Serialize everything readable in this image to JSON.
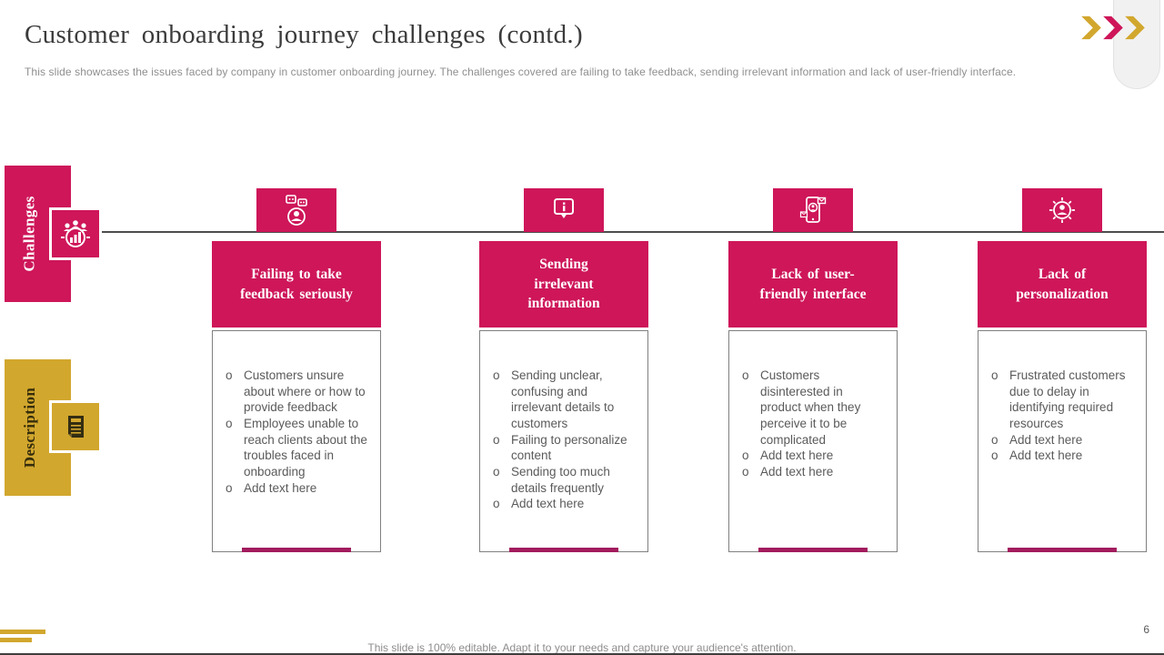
{
  "slide": {
    "title": "Customer onboarding journey challenges (contd.)",
    "subtitle": "This slide showcases the issues faced by company in customer onboarding journey. The challenges covered are failing to take feedback, sending irrelevant information and lack of user-friendly interface.",
    "footer_note": "This slide is 100% editable. Adapt it to your needs and capture your audience's attention.",
    "page_number": "6"
  },
  "ui": {
    "bullet_marker": "o"
  },
  "sidebar": {
    "rows": [
      {
        "label": "Challenges",
        "icon": "team-analytics-icon"
      },
      {
        "label": "Description",
        "icon": "document-icon"
      }
    ]
  },
  "columns": [
    {
      "icon": "user-feedback-icon",
      "title": "Failing to take\nfeedback seriously",
      "bullets": [
        "Customers unsure about where or how to provide feedback",
        "Employees unable to reach clients about the troubles faced in onboarding",
        "Add text here"
      ]
    },
    {
      "icon": "info-bubble-icon",
      "title": "Sending\nirrelevant\ninformation",
      "bullets": [
        "Sending unclear, confusing and irrelevant details to customers",
        "Failing to personalize content",
        "Sending too much details frequently",
        "Add text here"
      ]
    },
    {
      "icon": "mobile-user-icon",
      "title": "Lack of user-\nfriendly interface",
      "bullets": [
        "Customers disinterested in product when they perceive it to be complicated",
        "Add text here",
        "Add text here"
      ]
    },
    {
      "icon": "personalization-icon",
      "title": "Lack of\npersonalization",
      "bullets": [
        "Frustrated customers due to delay in identifying required resources",
        "Add text here",
        "Add text here"
      ]
    }
  ],
  "colors": {
    "accent_pink": "#CE1659",
    "accent_dark_pink": "#A21C5E",
    "accent_gold": "#D2A72E",
    "body_text": "#5A5A5A",
    "timeline": "#4D4D4D"
  }
}
